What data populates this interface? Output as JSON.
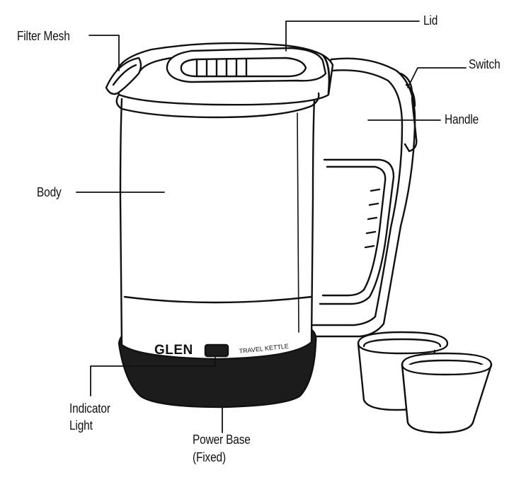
{
  "labels": {
    "lid": "Lid",
    "filter_mesh": "Filter Mesh",
    "switch": "Switch",
    "handle": "Handle",
    "body": "Body",
    "indicator_line1": "Indicator",
    "indicator_line2": "Light",
    "power_base_line1": "Power Base",
    "power_base_line2": "(Fixed)"
  },
  "product": {
    "brand": "GLEN",
    "model_text": "TRAVEL KETTLE"
  },
  "colors": {
    "line": "#111111",
    "base_fill": "#1c1c1c",
    "background": "#ffffff"
  }
}
